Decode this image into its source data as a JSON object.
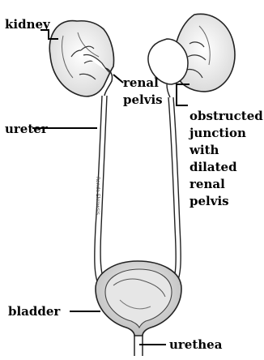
{
  "labels": {
    "kidney": "kidney",
    "renal_pelvis_line1": "renal",
    "renal_pelvis_line2": "pelvis",
    "ureter": "ureter",
    "obstruction_lines": [
      "obstructed",
      "junction",
      "with",
      "dilated",
      "renal",
      "pelvis"
    ],
    "bladder": "bladder",
    "urethra": "urethea"
  },
  "signature": "Renda Ekrowsis",
  "colors": {
    "outline": "#222222",
    "organ_fill": "#f4f4f4",
    "shade": "#c9c9c9",
    "leader": "#000000"
  }
}
